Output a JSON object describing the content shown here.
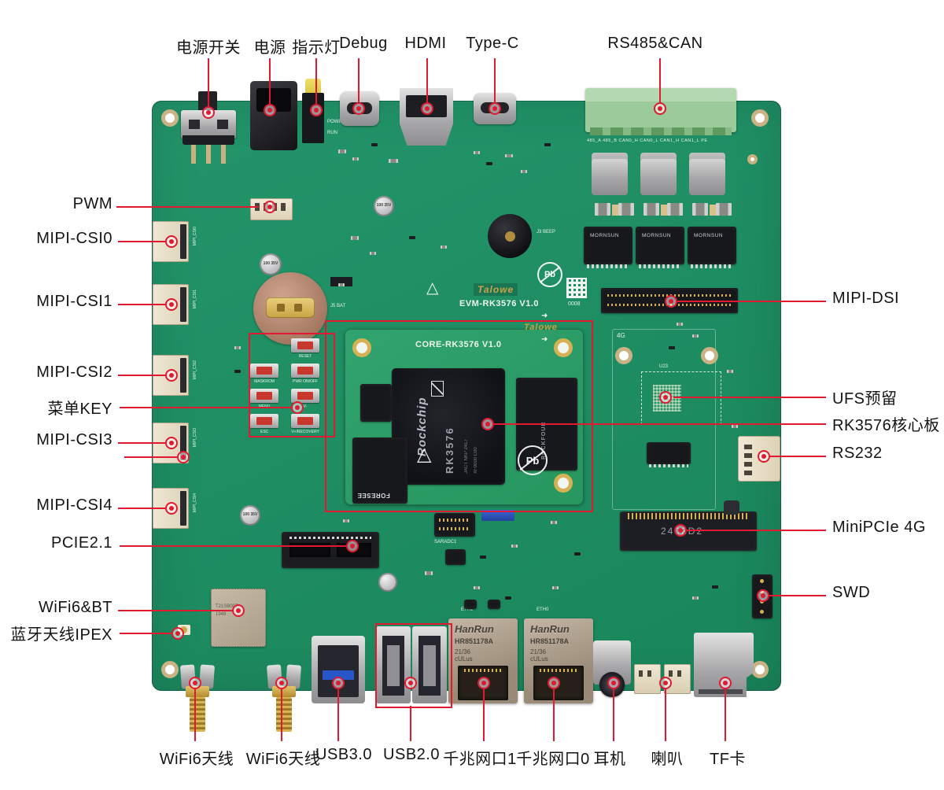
{
  "colors": {
    "callout_red": "#e11931",
    "board_green": "#1f8e63",
    "module_green": "#2aa06b",
    "terminal_green": "#9ccb9b",
    "gold": "#d8b04c"
  },
  "callouts": {
    "top": [
      {
        "label": "电源开关"
      },
      {
        "label": "电源"
      },
      {
        "label": "指示灯"
      },
      {
        "label": "Debug"
      },
      {
        "label": "HDMI"
      },
      {
        "label": "Type-C"
      },
      {
        "label": "RS485&CAN"
      }
    ],
    "left": [
      {
        "label": "PWM"
      },
      {
        "label": "MIPI-CSI0"
      },
      {
        "label": "MIPI-CSI1"
      },
      {
        "label": "MIPI-CSI2"
      },
      {
        "label": "菜单KEY"
      },
      {
        "label": "MIPI-CSI3"
      },
      {
        "label": "MIPI-CSI4"
      },
      {
        "label": "PCIE2.1"
      },
      {
        "label": "WiFi6&BT"
      },
      {
        "label": "蓝牙天线IPEX"
      }
    ],
    "right": [
      {
        "label": "MIPI-DSI"
      },
      {
        "label": "UFS预留"
      },
      {
        "label": "RK3576核心板"
      },
      {
        "label": "RS232"
      },
      {
        "label": "MiniPCIe 4G"
      },
      {
        "label": "SWD"
      }
    ],
    "bottom": [
      {
        "label": "WiFi6天线"
      },
      {
        "label": "WiFi6天线"
      },
      {
        "label": "USB3.0"
      },
      {
        "label": "USB2.0"
      },
      {
        "label": "千兆网口1"
      },
      {
        "label": "千兆网口0"
      },
      {
        "label": "耳机"
      },
      {
        "label": "喇叭"
      },
      {
        "label": "TF卡"
      }
    ]
  },
  "board": {
    "vendor_logo": "Talowe",
    "main_model": "EVM-RK3576 V1.0",
    "qr_label": "0008",
    "core_model": "CORE-RK3576 V1.0",
    "soc": {
      "brand": "Rockchip",
      "model": "RK3576",
      "line2": "JACT NKP 2417",
      "line3": "XF0000 C00"
    },
    "flash_brand": "FORESEE",
    "ram_brand": "ROCKFOUR",
    "pb_free": "Pb",
    "buttons": [
      {
        "label": "RESET"
      },
      {
        "label": "MASKROM"
      },
      {
        "label": "PWR ON/OFF"
      },
      {
        "label": "MENU"
      },
      {
        "label": "V-"
      },
      {
        "label": "ESC"
      },
      {
        "label": "V+/RECOVERY"
      }
    ],
    "led_labels": {
      "power": "POWER",
      "run": "RUN"
    },
    "beep_label": "J3 BEEP",
    "bat_label": "J5 BAT",
    "terminal_pins": "485_A  485_B  CAN0_H  CAN0_L  CAN1_H  CAN1_L  PE",
    "isolator_brand": "MORNSUN",
    "eth": {
      "brand": "HanRun",
      "model": "HR851178A",
      "code": "21/36 cULus"
    },
    "eth_silk": [
      "ETH1",
      "ETH0"
    ],
    "minipcie_marking": "2402D2",
    "saradc_label": "SARADC1",
    "ufs_ref": "U23",
    "area_4g": "4G",
    "wifi_module": {
      "line1": "T21SB007",
      "line2": "1948"
    },
    "cap_text": "100 35V",
    "csi_silk": [
      "MIPI_CSI0",
      "MIPI_CSI1",
      "MIPI_CSI2",
      "MIPI_CSI3",
      "MIPI_CSI4"
    ]
  }
}
